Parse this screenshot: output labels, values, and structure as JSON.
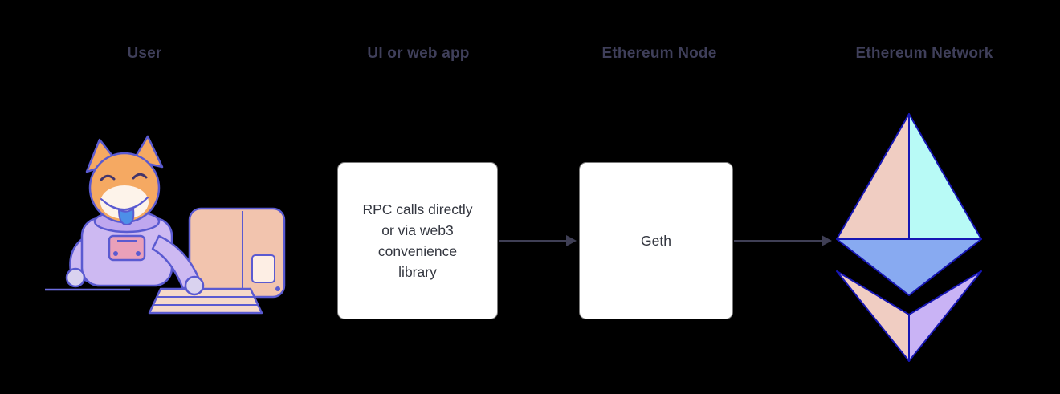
{
  "columns": [
    {
      "id": "user",
      "label": "User"
    },
    {
      "id": "webapp",
      "label": "UI or web app"
    },
    {
      "id": "node",
      "label": "Ethereum Node"
    },
    {
      "id": "network",
      "label": "Ethereum Network"
    }
  ],
  "webapp_box": {
    "lines": [
      "RPC calls directly",
      "or via web3",
      "convenience",
      "library"
    ]
  },
  "node_box": {
    "text": "Geth"
  },
  "arrows": [
    {
      "from": "UI or web app",
      "to": "Ethereum Node"
    },
    {
      "from": "Ethereum Node",
      "to": "Ethereum Network"
    }
  ],
  "icons": {
    "user_illustration": "doge-astronaut-at-computer-illustration",
    "network_logo": "ethereum-diamond-logo"
  },
  "colors": {
    "canvas_bg": "#000000",
    "label_text": "#3f3f5a",
    "box_bg": "#ffffff",
    "box_border": "#7a7a7a",
    "box_text": "#33363f",
    "arrow": "#3f3f55",
    "eth_peach": "#F0CDC2",
    "eth_cyan": "#B8FAF6",
    "eth_blue": "#88AAF1",
    "eth_purple": "#C9B3F5",
    "eth_stroke": "#1616B4",
    "doge_line": "#5a5ad1",
    "doge_fur": "#f5a962",
    "doge_suit": "#cdb9f2",
    "doge_computer": "#f2c4ae",
    "doge_tongue": "#4d8fe8"
  }
}
